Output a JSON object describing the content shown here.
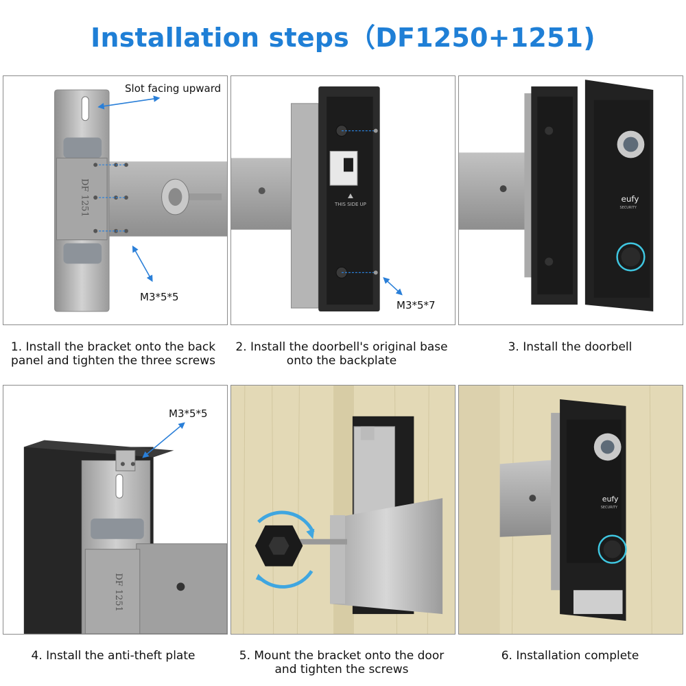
{
  "title": "Installation steps（DF1250+1251)",
  "steps": [
    {
      "number": "1",
      "caption": "1. Install the bracket onto the back panel and tighten the three screws",
      "callouts": [
        "Slot facing upward",
        "M3*5*5"
      ],
      "plate_text": "DF 1251"
    },
    {
      "number": "2",
      "caption": "2. Install the doorbell's original base onto the backplate",
      "callouts": [
        "M3*5*7"
      ],
      "plate_text": "THIS SIDE UP"
    },
    {
      "number": "3",
      "caption": "3. Install the doorbell",
      "callouts": [],
      "brand": "eufy",
      "brand_sub": "SECURITY"
    },
    {
      "number": "4",
      "caption": "4. Install the anti-theft plate",
      "callouts": [
        "M3*5*5"
      ],
      "plate_text": "DF 1251"
    },
    {
      "number": "5",
      "caption": "5. Mount the bracket onto the door and tighten the screws",
      "callouts": []
    },
    {
      "number": "6",
      "caption": "6. Installation complete",
      "callouts": [],
      "brand": "eufy",
      "brand_sub": "SECURITY"
    }
  ],
  "colors": {
    "accent": "#1f7fd6",
    "arrow": "#2a7fd8",
    "metal": "#b8b8b8",
    "doorbell": "#1f1f1f",
    "wood": "#e3d9b6",
    "ring": "#3fc6e0"
  }
}
